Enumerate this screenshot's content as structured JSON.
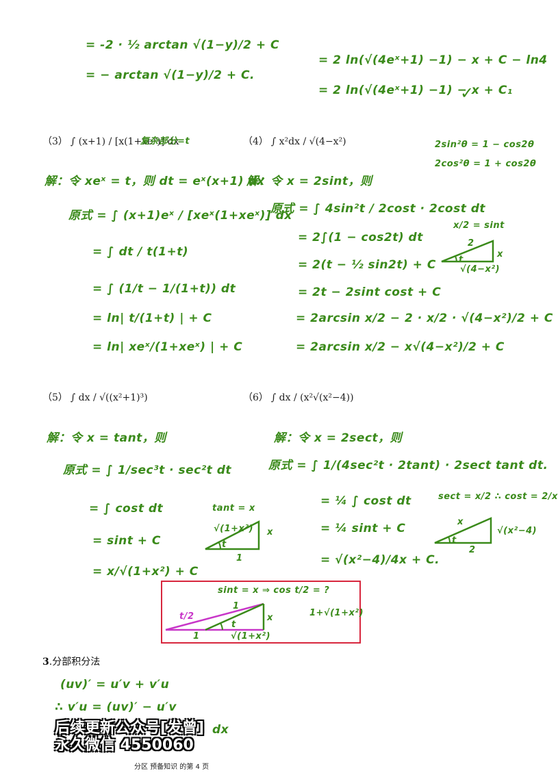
{
  "top_left": [
    "= -2 · ½ arctan √(1−y)/2 + C",
    "= − arctan √(1−y)/2 + C."
  ],
  "top_right": [
    "= 2 ln(√(4eˣ+1) −1) − x + C − ln4",
    "= 2 ln(√(4eˣ+1) −1) − x + C₁"
  ],
  "problems": {
    "p3": {
      "num": "（3）",
      "expr": "∫ (x+1) / [x(1+xeˣ)] dx",
      "note": "复杂部分=t"
    },
    "p4": {
      "num": "（4）",
      "expr": "∫ x²dx / √(4−x²)"
    },
    "p5": {
      "num": "（5）",
      "expr": "∫ dx / √((x²+1)³)"
    },
    "p6": {
      "num": "（6）",
      "expr": "∫ dx / (x²√(x²−4))"
    }
  },
  "p3_solution": [
    "解：令 xeˣ = t，则 dt = eˣ(x+1) dx",
    "原式 = ∫ (x+1)eˣ / [xeˣ(1+xeˣ)] dx",
    "= ∫ dt / t(1+t)",
    "= ∫ (1/t − 1/(1+t)) dt",
    "= ln| t/(1+t) | + C",
    "= ln| xeˣ/(1+xeˣ) | + C"
  ],
  "p4_side": [
    "2sin²θ = 1 − cos2θ",
    "2cos²θ = 1 + cos2θ"
  ],
  "p4_solution": [
    "解：令 x = 2sint，则",
    "原式 = ∫ 4sin²t / 2cost · 2cost dt",
    "= 2∫(1 − cos2t) dt",
    "= 2(t − ½ sin2t) + C",
    "= 2t − 2sint cost + C",
    "= 2arcsin x/2 − 2 · x/2 · √(4−x²)/2 + C",
    "= 2arcsin x/2 − x√(4−x²)/2 + C"
  ],
  "p4_triangle": {
    "label": "x/2 = sint",
    "hyp": "2",
    "opp": "x",
    "adj": "√(4−x²)",
    "angle": "t"
  },
  "p5_solution": [
    "解：令 x = tant，则",
    "原式 = ∫ 1/sec³t · sec²t dt",
    "= ∫ cost dt",
    "= sint + C",
    "= x/√(1+x²) + C"
  ],
  "p5_triangle": {
    "label": "tant = x",
    "hyp": "√(1+x²)",
    "opp": "x",
    "adj": "1",
    "angle": "t"
  },
  "p6_solution": [
    "解：令 x = 2sect，则",
    "原式 = ∫ 1/(4sec²t · 2tant) · 2sect tant dt.",
    "= ¼ ∫ cost dt",
    "= ¼ sint + C",
    "= √(x²−4)/4x + C."
  ],
  "p6_side": "sect = x/2 ∴ cost = 2/x",
  "p6_triangle": {
    "hyp": "x",
    "opp": "√(x²−4)",
    "adj": "2",
    "angle": "t"
  },
  "box": {
    "line": "sint = x ⇒ cos t/2 = ?",
    "answer": "1+√(1+x²)",
    "half": "t/2",
    "one": "1",
    "tri_top": "1",
    "tri_opp": "x",
    "tri_adj": "√(1+x²)",
    "angle": "t"
  },
  "section": {
    "num": "3",
    "title": ".分部积分法"
  },
  "parts": [
    "(uv)′ = u′v + v′u",
    "∴ v′u = (uv)′ − u′v",
    "dx"
  ],
  "watermark": [
    "后续更新公众号[发曾]",
    "永久微信 4550060"
  ],
  "footer": "分区 预备知识 的第 4 页",
  "colors": {
    "ink": "#3a8a1a",
    "box": "#d7263d",
    "pink": "#c836c8"
  }
}
